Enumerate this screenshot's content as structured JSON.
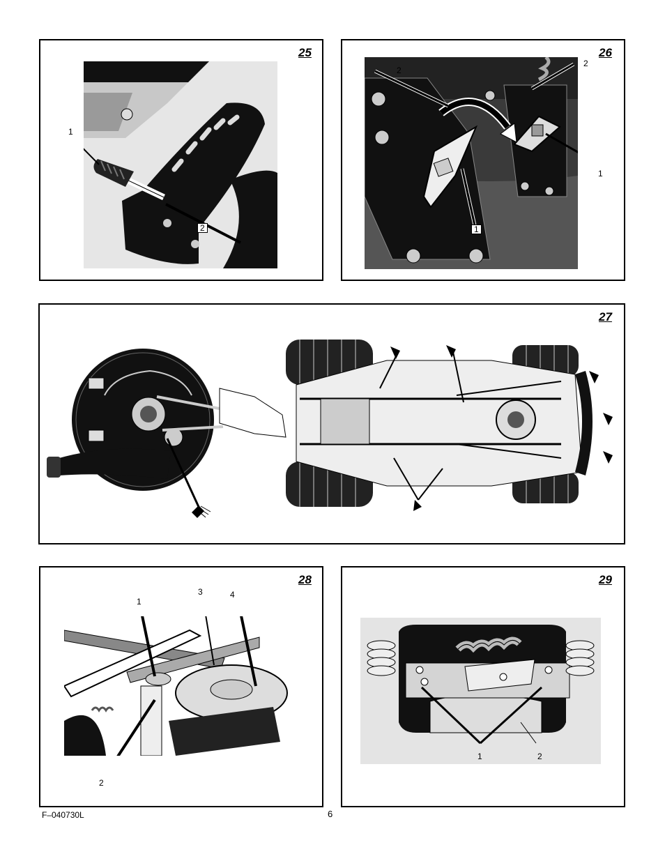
{
  "figures": {
    "fig25": {
      "number": "25",
      "callouts": [
        "1",
        "2"
      ]
    },
    "fig26": {
      "number": "26",
      "callouts": [
        "2",
        "2",
        "1",
        "1"
      ]
    },
    "fig27": {
      "number": "27"
    },
    "fig28": {
      "number": "28",
      "callouts": [
        "1",
        "3",
        "4",
        "2"
      ]
    },
    "fig29": {
      "number": "29",
      "callouts": [
        "1",
        "2"
      ]
    }
  },
  "footer": {
    "doc_code": "F–040730L",
    "page_number": "6"
  }
}
